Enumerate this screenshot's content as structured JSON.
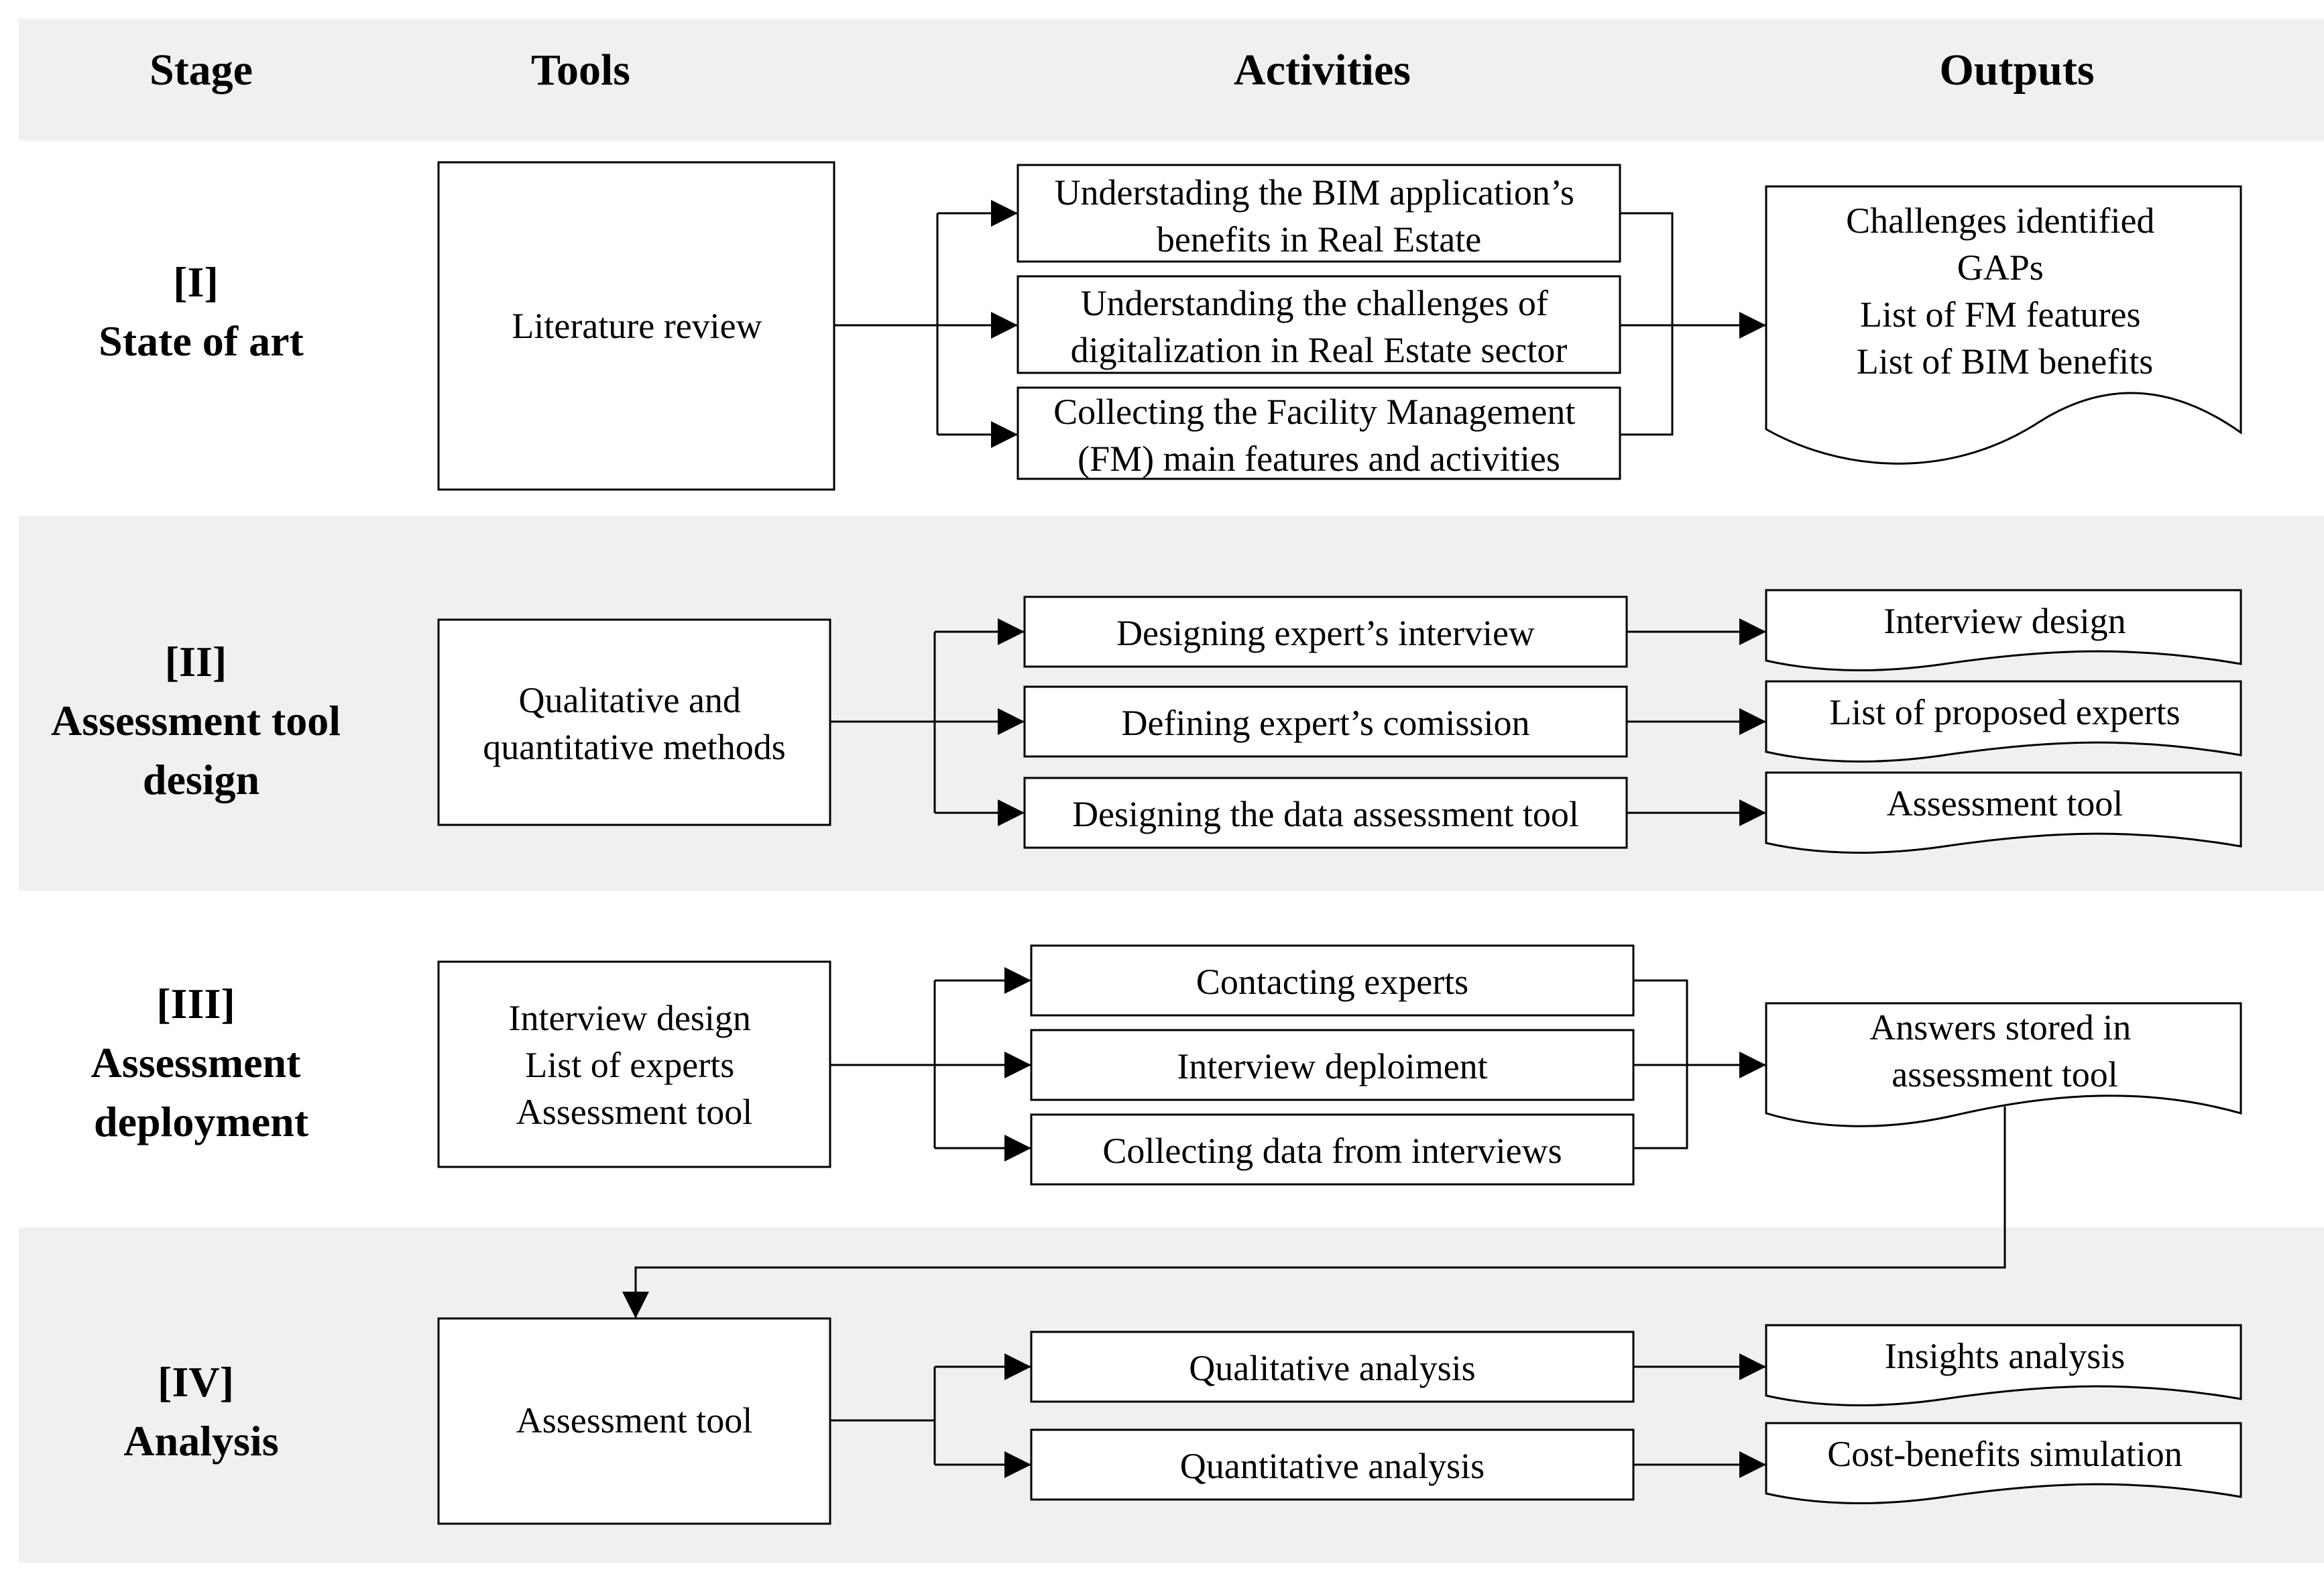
{
  "headers": {
    "stage": "Stage",
    "tools": "Tools",
    "activities": "Activities",
    "outputs": "Outputs"
  },
  "rows": [
    {
      "stage": [
        "[I]",
        "State of art"
      ],
      "tools": [
        "Literature review"
      ],
      "activities": [
        [
          "Understading the BIM application’s",
          "benefits in Real Estate"
        ],
        [
          "Understanding the challenges of",
          "digitalization in Real Estate sector"
        ],
        [
          "Collecting the Facility Management",
          "(FM) main features and activities"
        ]
      ],
      "outputs": [
        [
          "Challenges identified",
          "GAPs",
          "List of FM features",
          "List of BIM benefits"
        ]
      ]
    },
    {
      "stage": [
        "[II]",
        "Assessment tool",
        "design"
      ],
      "tools": [
        "Qualitative and",
        "quantitative methods"
      ],
      "activities": [
        [
          "Designing expert’s interview"
        ],
        [
          "Defining expert’s comission"
        ],
        [
          "Designing the data assessment tool"
        ]
      ],
      "outputs": [
        [
          "Interview design"
        ],
        [
          "List of proposed experts"
        ],
        [
          "Assessment tool"
        ]
      ]
    },
    {
      "stage": [
        "[III]",
        "Assessment",
        "deployment"
      ],
      "tools": [
        "Interview design",
        "List of experts",
        "Assessment tool"
      ],
      "activities": [
        [
          "Contacting experts"
        ],
        [
          "Interview deploiment"
        ],
        [
          "Collecting data from interviews"
        ]
      ],
      "outputs": [
        [
          "Answers stored in",
          "assessment tool"
        ]
      ]
    },
    {
      "stage": [
        "[IV]",
        "Analysis"
      ],
      "tools": [
        "Assessment tool"
      ],
      "activities": [
        [
          "Qualitative analysis"
        ],
        [
          "Quantitative analysis"
        ]
      ],
      "outputs": [
        [
          "Insights analysis"
        ],
        [
          "Cost-benefits simulation"
        ]
      ]
    }
  ]
}
